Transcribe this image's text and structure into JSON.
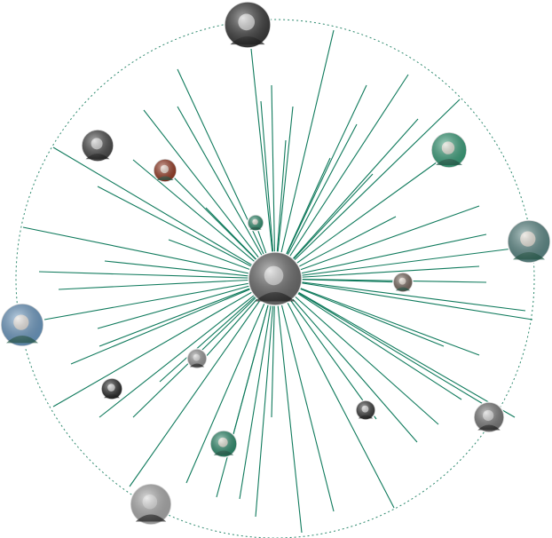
{
  "colors": {
    "spoke": "#0f7a5c",
    "outer_ring": "#2f8a6f",
    "background": "#ffffff"
  },
  "center_node": {
    "name": "center-avatar",
    "tone": "#6d6d6d",
    "photo": "grayscale-portrait"
  },
  "nodes": [
    {
      "name": "avatar-top-woman-hat",
      "tone": "#3a3a3a",
      "photo": "grayscale-portrait"
    },
    {
      "name": "avatar-upper-left-portrait",
      "tone": "#4a4a4a",
      "photo": "grayscale-portrait"
    },
    {
      "name": "avatar-upper-left-redhead",
      "tone": "#9a3b24",
      "photo": "color-illustration"
    },
    {
      "name": "avatar-small-teal",
      "tone": "#2f8f6f",
      "photo": "color-illustration"
    },
    {
      "name": "avatar-upper-right-teal-room",
      "tone": "#3aa37d",
      "photo": "color-photo"
    },
    {
      "name": "avatar-right-teal-hair-illustration",
      "tone": "#5e8c8a",
      "photo": "color-illustration"
    },
    {
      "name": "avatar-right-small-portrait",
      "tone": "#7a6a60",
      "photo": "color-photo"
    },
    {
      "name": "avatar-left-blue-water",
      "tone": "#6f9ec8",
      "photo": "color-photo"
    },
    {
      "name": "avatar-left-small-bw",
      "tone": "#9a9a9a",
      "photo": "grayscale-portrait"
    },
    {
      "name": "avatar-left-hat-small",
      "tone": "#2a2a2a",
      "photo": "grayscale-portrait"
    },
    {
      "name": "avatar-lower-right-dark",
      "tone": "#3b3b3b",
      "photo": "grayscale-portrait"
    },
    {
      "name": "avatar-right-lower-man",
      "tone": "#7b7b7b",
      "photo": "grayscale-portrait"
    },
    {
      "name": "avatar-lower-teal-pattern",
      "tone": "#2f8f6f",
      "photo": "color-illustration"
    },
    {
      "name": "avatar-bottom-left-portrait",
      "tone": "#b0b0b0",
      "photo": "grayscale-portrait"
    }
  ],
  "spoke_count": 64
}
